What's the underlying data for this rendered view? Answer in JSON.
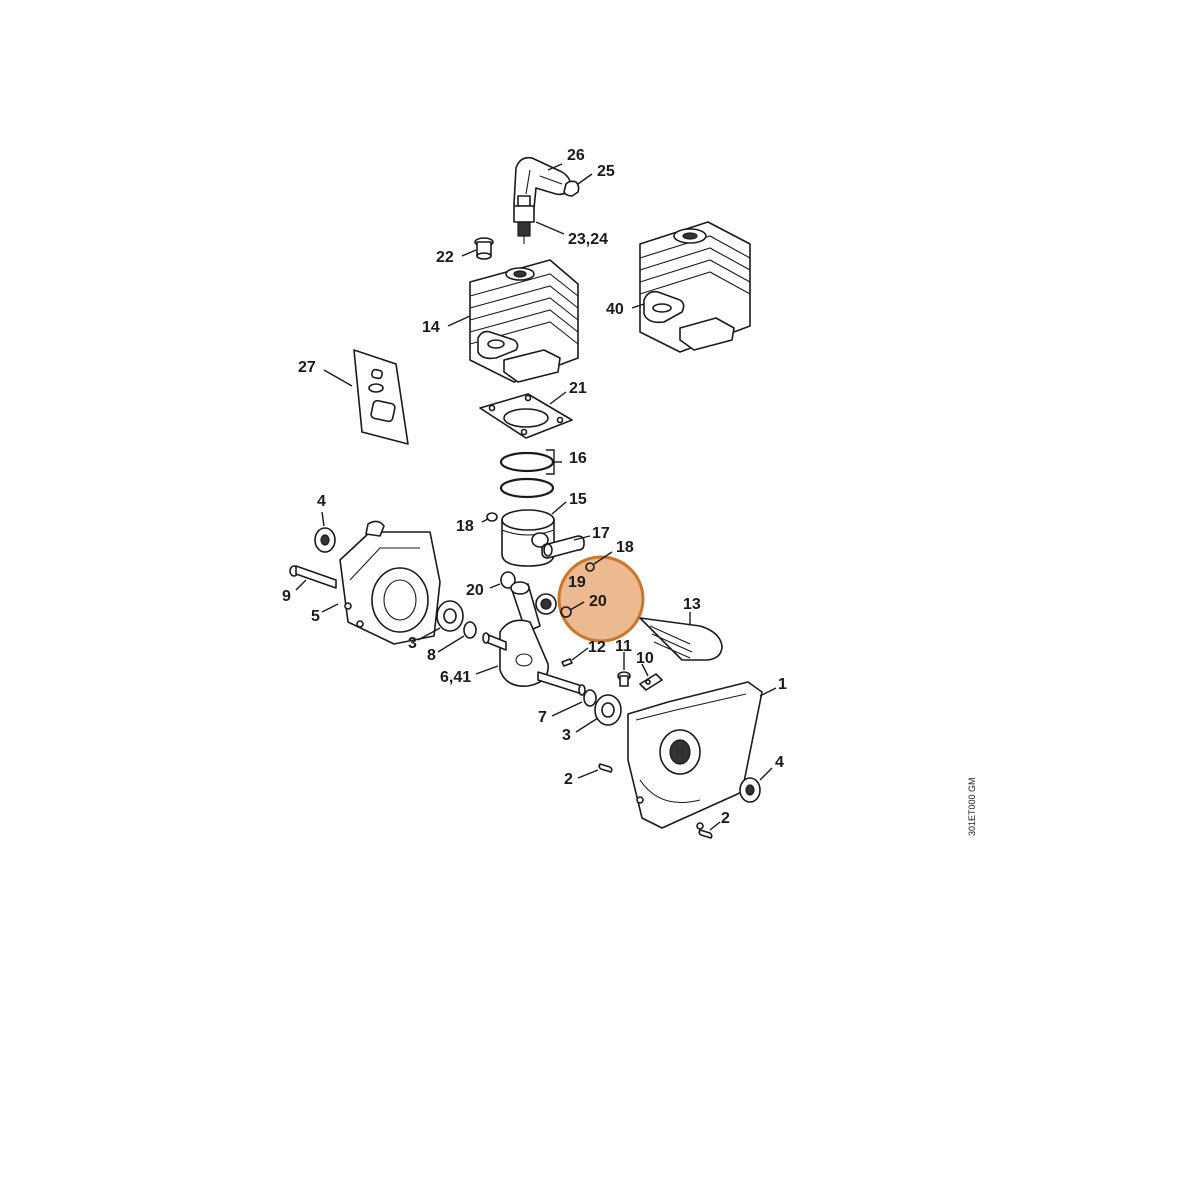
{
  "diagram": {
    "reference_code": "301ET000 GM",
    "highlight_color": "#e8a774",
    "highlight_stroke": "#c9762e",
    "labels": {
      "l26": "26",
      "l25": "25",
      "l2324": "23,24",
      "l22": "22",
      "l14": "14",
      "l40": "40",
      "l27": "27",
      "l21": "21",
      "l16": "16",
      "l15": "15",
      "l18a": "18",
      "l18b": "18",
      "l17": "17",
      "l19": "19",
      "l20a": "20",
      "l20b": "20",
      "l4a": "4",
      "l4b": "4",
      "l9": "9",
      "l5": "5",
      "l3a": "3",
      "l3b": "3",
      "l8": "8",
      "l641": "6,41",
      "l12": "12",
      "l11": "11",
      "l10": "10",
      "l13": "13",
      "l1": "1",
      "l7": "7",
      "l2a": "2",
      "l2b": "2"
    }
  }
}
